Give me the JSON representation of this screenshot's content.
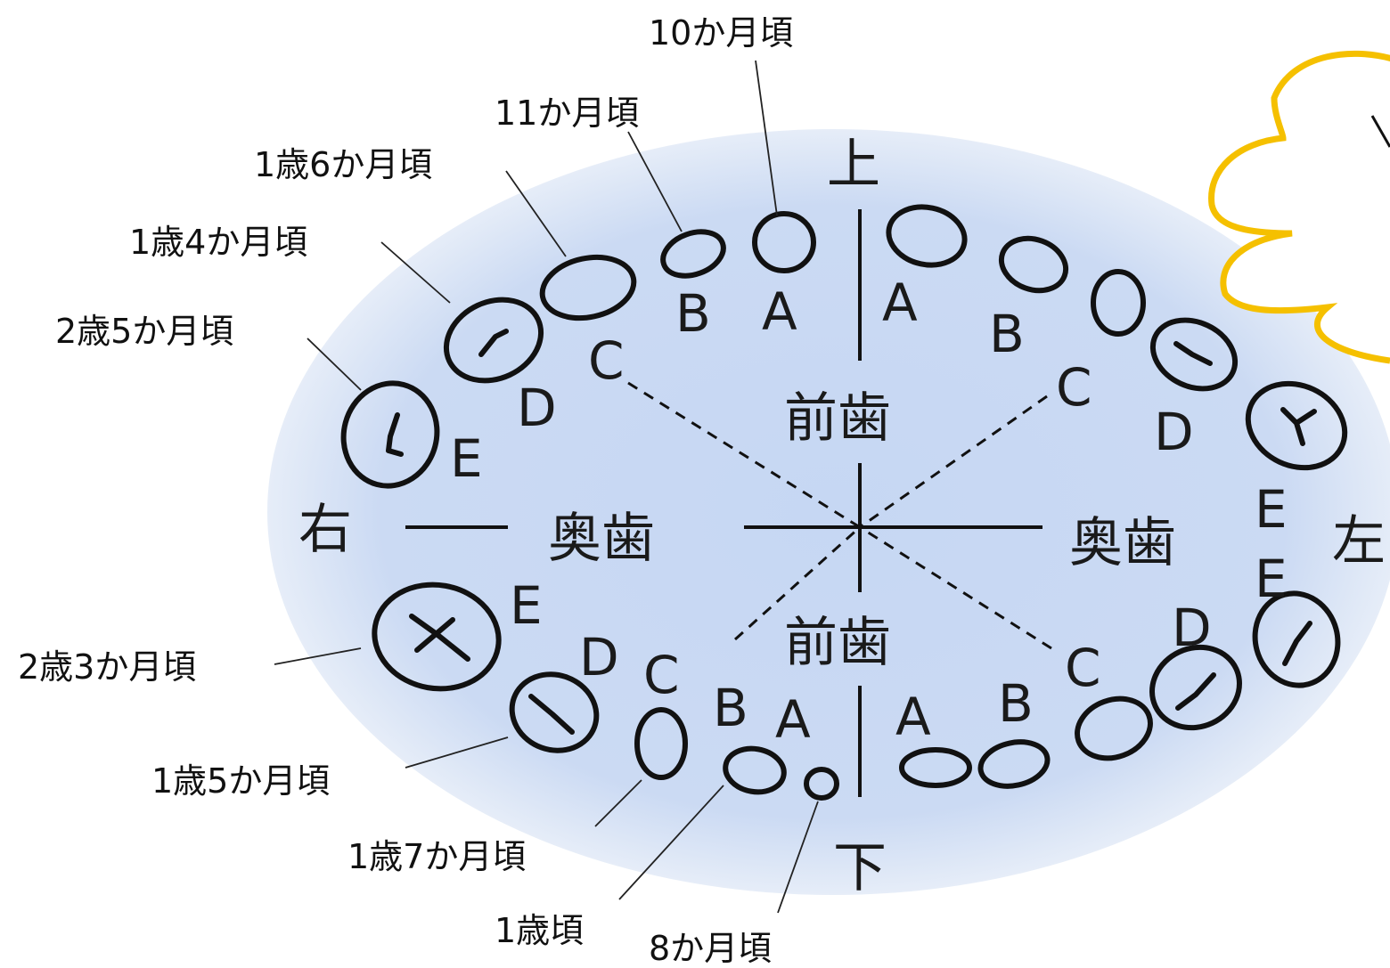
{
  "directions": {
    "up": "上",
    "down": "下",
    "right": "右",
    "left": "左"
  },
  "regions": {
    "front": "前歯",
    "back": "奥歯"
  },
  "tooth_letters": [
    "A",
    "B",
    "C",
    "D",
    "E"
  ],
  "eruption_labels": {
    "upper_A": "10か月頃",
    "upper_B": "11か月頃",
    "upper_C": "1歳6か月頃",
    "upper_D": "1歳4か月頃",
    "upper_E": "2歳5か月頃",
    "lower_E": "2歳3か月頃",
    "lower_D": "1歳5か月頃",
    "lower_C": "1歳7か月頃",
    "lower_B": "1歳頃",
    "lower_A": "8か月頃"
  },
  "colors": {
    "oval_center": "#c9d9f4",
    "oval_edge": "#dce6f6",
    "cloud_stroke": "#f5c000"
  },
  "icons": {
    "speech_cloud": "cloud-bubble-icon"
  }
}
